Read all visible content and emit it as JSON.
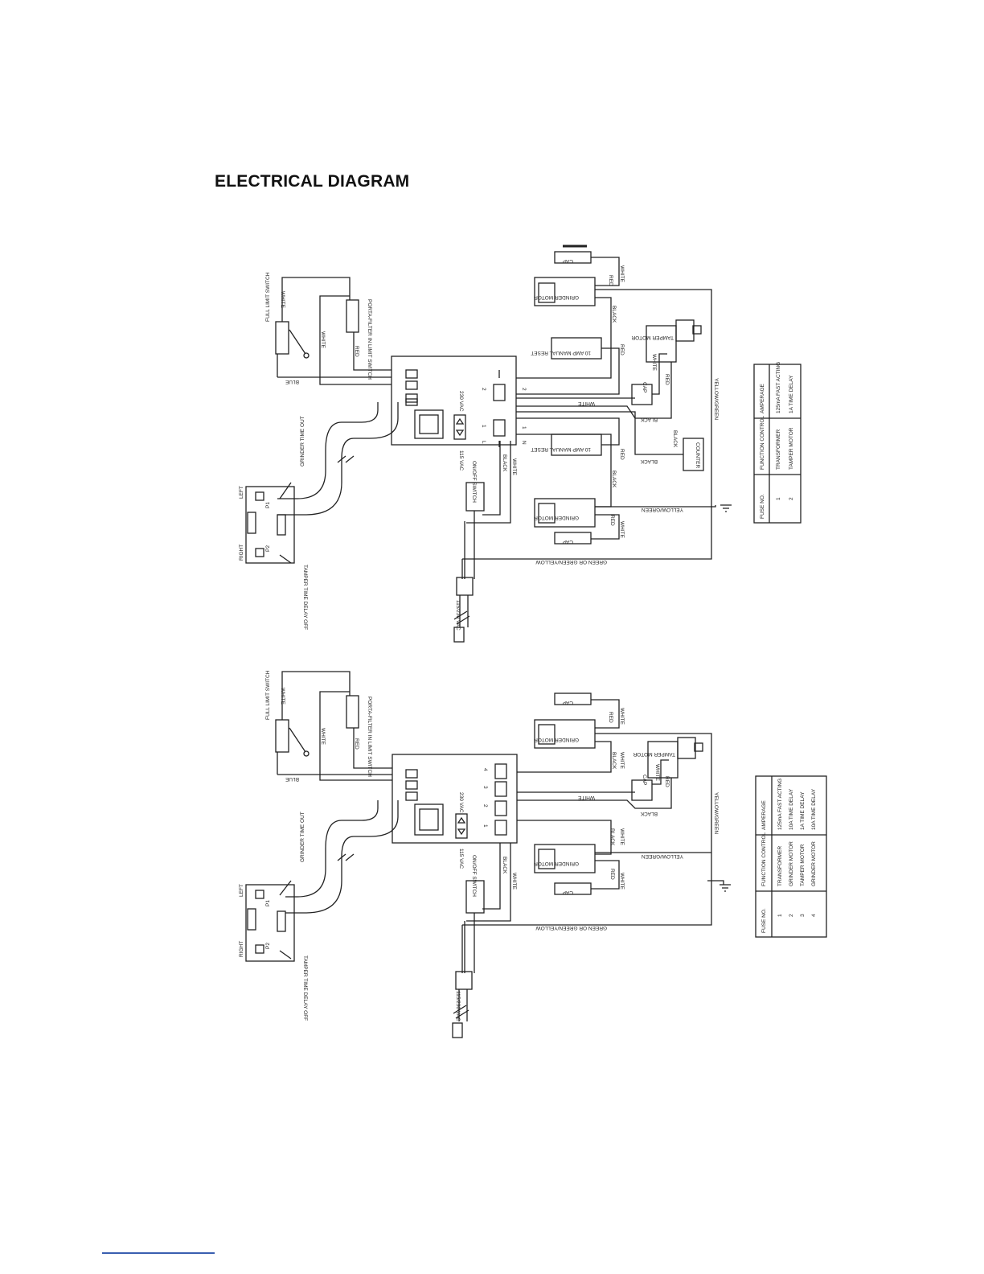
{
  "page": {
    "title": "ELECTRICAL DIAGRAM"
  },
  "diagrams": [
    {
      "labels": {
        "cap_top": "CAP",
        "cap_bottom": "CAP",
        "grinder_motor_top": "GRINDER MOTOR",
        "grinder_motor_bottom": "GRINDER MOTOR",
        "tamper_motor": "TAMPER MOTOR",
        "manual_reset_top": "10 AMP MANUAL RESET",
        "manual_reset_bottom": "10 AMP MANUAL RESET",
        "counter": "COUNTER",
        "cap_tamper": "CAP",
        "full_limit_switch": "FULL LIMIT SWITCH",
        "porta_filter_switch": "PORTA-FILTER IN LIMIT SWITCH",
        "on_off_switch": "ON/OFF SWITCH",
        "vac_230": "230 VAC",
        "vac_115": "115 VAC",
        "plug_voltage": "115/230 VAC",
        "left": "LEFT",
        "right": "RIGHT",
        "p1": "P1",
        "p2": "P2",
        "grinder_time_out": "GRINDER TIME OUT",
        "tamper_time_delay": "TAMPER TIME DELAY OFF",
        "wire_white": "WHITE",
        "wire_red": "RED",
        "wire_black": "BLACK",
        "wire_blue": "BLUE",
        "wire_yellow_green": "YELLOW/GREEN",
        "wire_ground": "GREEN OR GREEN/YELLOW",
        "terminal_1": "1",
        "terminal_2": "2",
        "terminal_L": "L",
        "terminal_N": "N"
      },
      "fuse_table": {
        "headers": [
          "FUSE NO.",
          "FUNCTION CONTROL",
          "AMPERAGE"
        ],
        "rows": [
          [
            "1",
            "TRANSFORMER",
            "125mA FAST ACTING"
          ],
          [
            "2",
            "TAMPER MOTOR",
            "1A TIME DELAY"
          ]
        ]
      }
    },
    {
      "labels": {
        "cap_top": "CAP",
        "cap_bottom": "CAP",
        "grinder_motor_top": "GRINDER MOTOR",
        "grinder_motor_bottom": "GRINDER MOTOR",
        "tamper_motor": "TAMPER MOTOR",
        "cap_tamper": "CAP",
        "full_limit_switch": "FULL LIMIT SWITCH",
        "porta_filter_switch": "PORTA-FILTER IN LIMIT SWITCH",
        "on_off_switch": "ON/OFF SWITCH",
        "vac_230": "230 VAC",
        "vac_115": "115 VAC",
        "plug_voltage": "115/230 VAC",
        "left": "LEFT",
        "right": "RIGHT",
        "p1": "P1",
        "p2": "P2",
        "grinder_time_out": "GRINDER TIME OUT",
        "tamper_time_delay": "TAMPER TIME DELAY OFF",
        "wire_white": "WHITE",
        "wire_red": "RED",
        "wire_black": "BLACK",
        "wire_blue": "BLUE",
        "wire_yellow_green": "YELLOW/GREEN",
        "wire_ground": "GREEN OR GREEN/YELLOW",
        "terminal_1": "1",
        "terminal_2": "2",
        "terminal_3": "3",
        "terminal_4": "4"
      },
      "fuse_table": {
        "headers": [
          "FUSE NO.",
          "FUNCTION CONTROL",
          "AMPERAGE"
        ],
        "rows": [
          [
            "1",
            "TRANSFORMER",
            "125mA FAST ACTING"
          ],
          [
            "2",
            "GRINDER MOTOR",
            "10A TIME DELAY"
          ],
          [
            "3",
            "TAMPER MOTOR",
            "1A TIME DELAY"
          ],
          [
            "4",
            "GRINDER MOTOR",
            "10A TIME DELAY"
          ]
        ]
      }
    }
  ]
}
